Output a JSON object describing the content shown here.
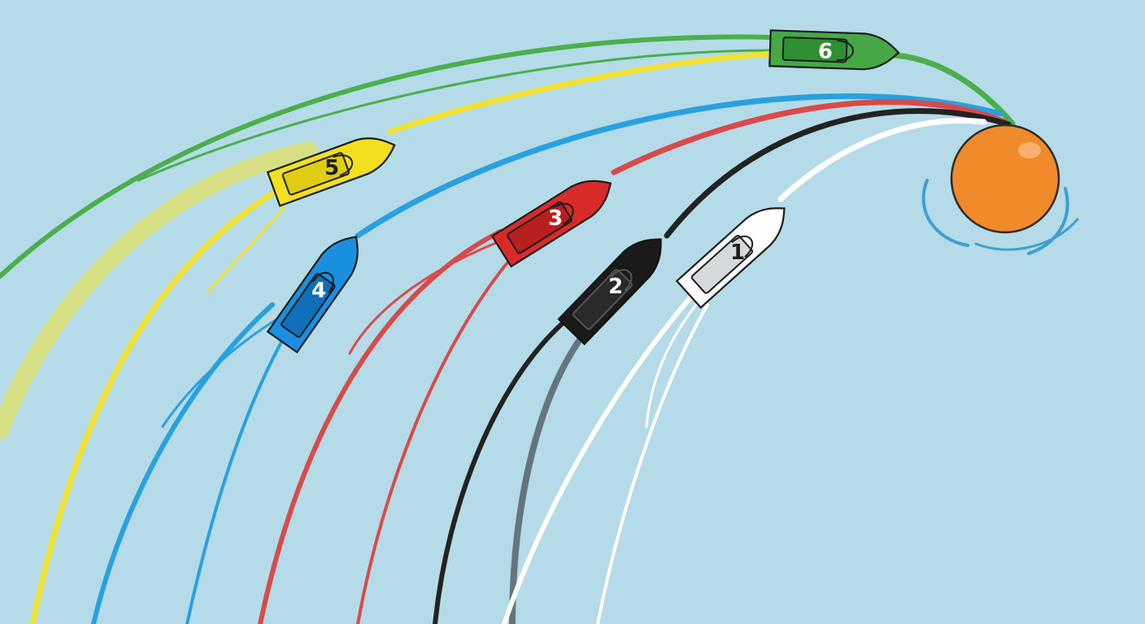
{
  "background_color": "#b4dbe7",
  "buoy": {
    "icon": "buoy-icon",
    "color": "#f08a2a",
    "outline": "#2b2b2b"
  },
  "boats": [
    {
      "number": "1",
      "hull_color": "#ffffff",
      "cabin_color": "#d6d9db",
      "label_color": "#1c1c1c",
      "wake_color": "#ffffff"
    },
    {
      "number": "2",
      "hull_color": "#1a1a1a",
      "cabin_color": "#2a2a2a",
      "label_color": "#ffffff",
      "wake_color": "#222222"
    },
    {
      "number": "3",
      "hull_color": "#d92a2a",
      "cabin_color": "#b81f1f",
      "label_color": "#ffffff",
      "wake_color": "#d94a4a"
    },
    {
      "number": "4",
      "hull_color": "#1a8fe0",
      "cabin_color": "#0f6fb8",
      "label_color": "#ffffff",
      "wake_color": "#2aa0e0"
    },
    {
      "number": "5",
      "hull_color": "#f2df1e",
      "cabin_color": "#e0cc10",
      "label_color": "#1c1c1c",
      "wake_color": "#f0e030"
    },
    {
      "number": "6",
      "hull_color": "#45a845",
      "cabin_color": "#2e8f33",
      "label_color": "#ffffff",
      "wake_color": "#4cae4c"
    }
  ]
}
